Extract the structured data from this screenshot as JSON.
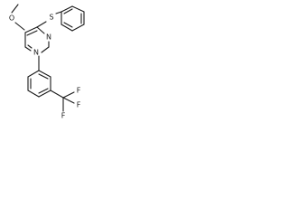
{
  "structure": {
    "atoms": {
      "methoxy_o": "O",
      "thioether_s": "S",
      "ring_n1": "N",
      "ring_n3": "N",
      "cf3_f1": "F",
      "cf3_f2": "F",
      "cf3_f3": "F"
    }
  }
}
